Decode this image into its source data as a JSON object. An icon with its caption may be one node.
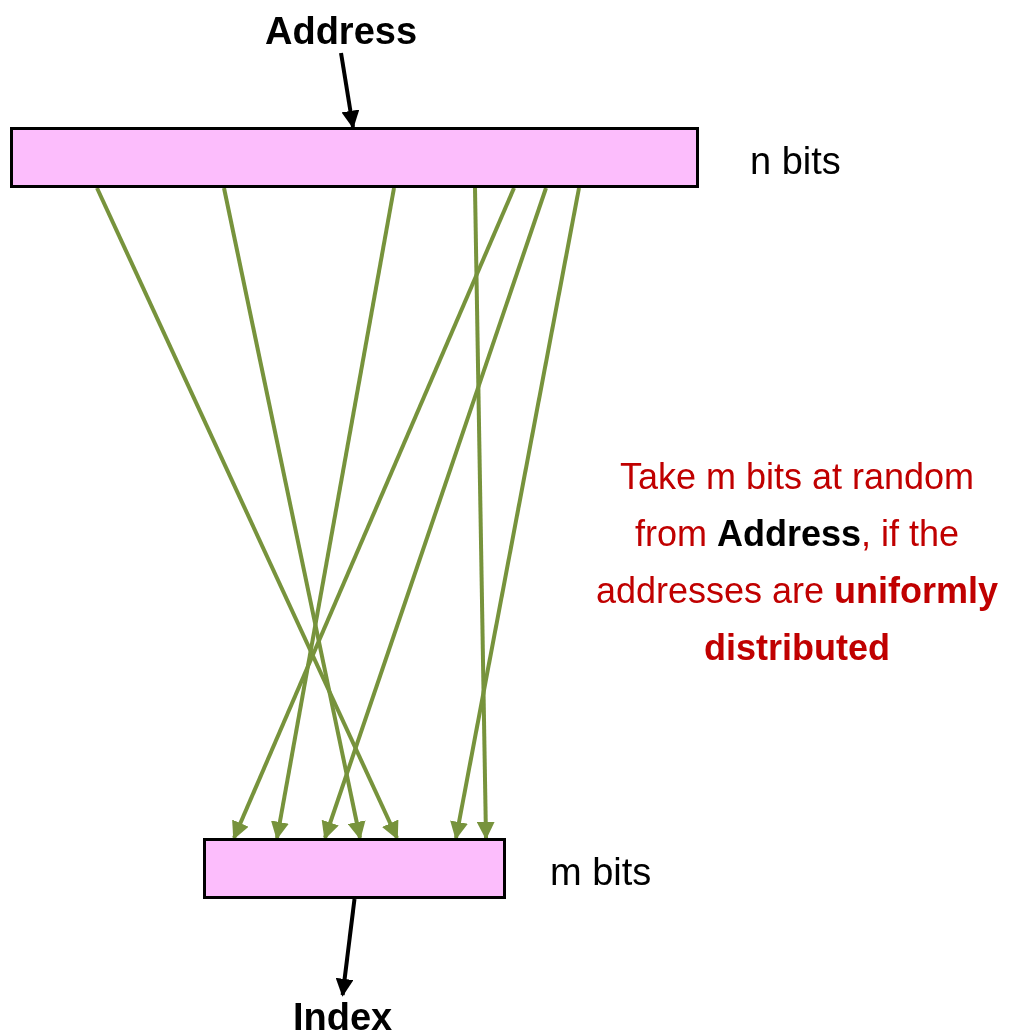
{
  "diagram": {
    "nodes": [
      {
        "text": [
          "Address"
        ]
      },
      {
        "text": [],
        "shape": "bar",
        "beside": [
          "n bits"
        ]
      },
      {
        "text": [],
        "shape": "bar",
        "beside": [
          "m bits"
        ]
      },
      {
        "text": [
          "Index"
        ]
      }
    ],
    "edges": [
      {
        "from": 0,
        "to": 1,
        "arrow": "to",
        "color": "#000000"
      },
      {
        "from": 1,
        "to": 2,
        "arrow": "to"
      },
      {
        "from": 1,
        "to": 2,
        "arrow": "to"
      },
      {
        "from": 1,
        "to": 2,
        "arrow": "to"
      },
      {
        "from": 1,
        "to": 2,
        "arrow": "to"
      },
      {
        "from": 1,
        "to": 2,
        "arrow": "to"
      },
      {
        "from": 1,
        "to": 2,
        "arrow": "to"
      },
      {
        "from": 1,
        "to": 2,
        "arrow": "to"
      },
      {
        "from": 2,
        "to": 3,
        "arrow": "to",
        "color": "#000000"
      }
    ],
    "labels": [
      "Take m bits at random from **Address**, if the addresses are **uniformly distributed**"
    ]
  }
}
